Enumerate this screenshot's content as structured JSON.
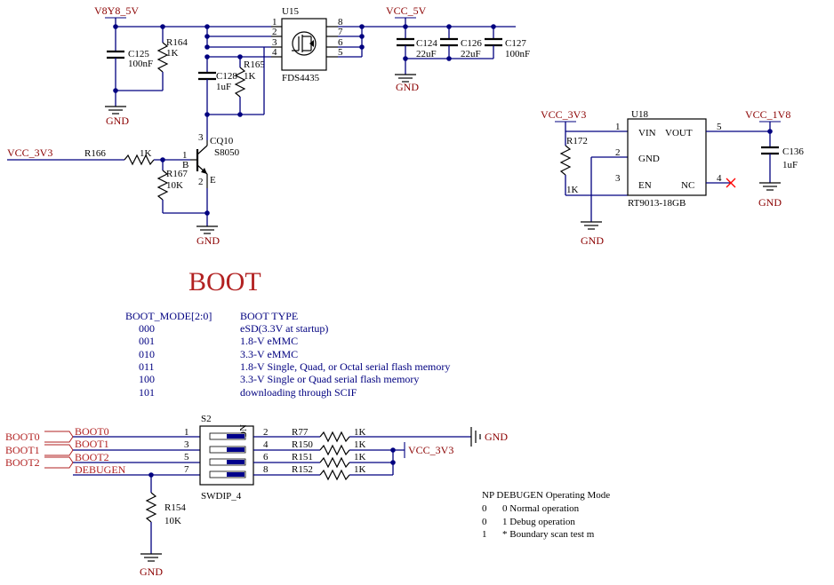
{
  "nets": {
    "v8y8": "V8Y8_5V",
    "vcc5": "VCC_5V",
    "vcc3a": "VCC_3V3",
    "vcc3b": "VCC_3V3",
    "vcc3c": "VCC_3V3",
    "vcc1v8": "VCC_1V8",
    "gnd": "GND",
    "gndright": "GND"
  },
  "parts": {
    "c125": {
      "ref": "C125",
      "val": "100nF"
    },
    "r164": {
      "ref": "R164",
      "val": "1K"
    },
    "c128": {
      "ref": "C128",
      "val": "1uF"
    },
    "r165": {
      "ref": "R165",
      "val": "1K"
    },
    "u15": {
      "ref": "U15",
      "val": "FDS4435",
      "pins": [
        "1",
        "2",
        "3",
        "4",
        "8",
        "7",
        "6",
        "5"
      ]
    },
    "c124": {
      "ref": "C124",
      "val": "22uF"
    },
    "c126": {
      "ref": "C126",
      "val": "22uF"
    },
    "c127": {
      "ref": "C127",
      "val": "100nF"
    },
    "r166": {
      "ref": "R166",
      "val": "1K"
    },
    "cq10": {
      "ref": "CQ10",
      "val": "S8050",
      "pin_b": "1",
      "pin_c": "3",
      "pin_e": "2",
      "lb": "B",
      "le": "E"
    },
    "r167": {
      "ref": "R167",
      "val": "10K"
    },
    "u18": {
      "ref": "U18",
      "val": "RT9013-18GB",
      "p_vin": "VIN",
      "p_vout": "VOUT",
      "p_gnd": "GND",
      "p_en": "EN",
      "p_nc": "NC",
      "n1": "1",
      "n2": "2",
      "n3": "3",
      "n4": "4",
      "n5": "5"
    },
    "r172": {
      "ref": "R172",
      "val": "1K"
    },
    "c136": {
      "ref": "C136",
      "val": "1uF"
    },
    "s2": {
      "ref": "S2",
      "val": "SWDIP_4",
      "on": "ON",
      "pins_l": [
        "1",
        "3",
        "5",
        "7"
      ],
      "pins_r": [
        "2",
        "4",
        "6",
        "8"
      ]
    },
    "r77": {
      "ref": "R77",
      "val": "1K"
    },
    "r150": {
      "ref": "R150",
      "val": "1K"
    },
    "r151": {
      "ref": "R151",
      "val": "1K"
    },
    "r152": {
      "ref": "R152",
      "val": "1K"
    },
    "r154": {
      "ref": "R154",
      "val": "10K"
    }
  },
  "boot": {
    "title": "BOOT",
    "col_mode": "BOOT_MODE[2:0]",
    "col_type": "BOOT TYPE",
    "rows": [
      {
        "mode": "000",
        "type": "eSD(3.3V at startup)"
      },
      {
        "mode": "001",
        "type": "1.8-V eMMC"
      },
      {
        "mode": "010",
        "type": "3.3-V eMMC"
      },
      {
        "mode": "011",
        "type": "1.8-V Single, Quad, or Octal serial flash memory"
      },
      {
        "mode": "100",
        "type": "3.3-V Single or Quad serial flash memory"
      },
      {
        "mode": "101",
        "type": "downloading through SCIF"
      }
    ]
  },
  "ports": {
    "boot0": "BOOT0",
    "boot1": "BOOT1",
    "boot2": "BOOT2",
    "net_boot0": "BOOT0",
    "net_boot1": "BOOT1",
    "net_boot2": "BOOT2",
    "net_debugen": "DEBUGEN"
  },
  "debug": {
    "title": "NP DEBUGEN Operating Mode",
    "rows": [
      {
        "np": "0",
        "desc": "0 Normal operation"
      },
      {
        "np": "0",
        "desc": "1 Debug operation"
      },
      {
        "np": "1",
        "desc": "* Boundary scan test m"
      }
    ]
  }
}
